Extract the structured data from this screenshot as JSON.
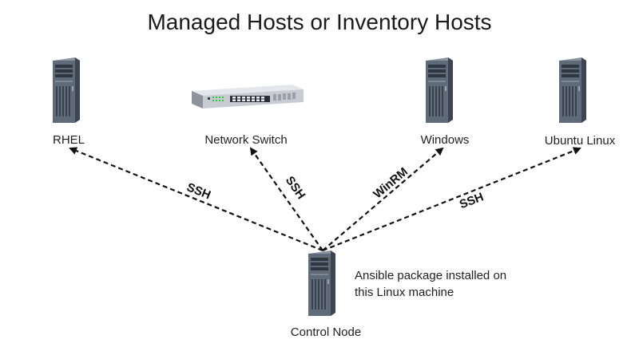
{
  "title": "Managed Hosts or Inventory Hosts",
  "nodes": {
    "rhel": {
      "label": "RHEL",
      "icon": "server-tower-icon"
    },
    "network_switch": {
      "label": "Network Switch",
      "icon": "network-switch-icon"
    },
    "windows": {
      "label": "Windows",
      "icon": "server-tower-icon"
    },
    "ubuntu": {
      "label": "Ubuntu Linux",
      "icon": "server-tower-icon"
    },
    "control_node": {
      "label": "Control Node",
      "icon": "server-tower-icon"
    }
  },
  "control_note": {
    "line1": "Ansible package installed on",
    "line2": "this Linux machine"
  },
  "connections": [
    {
      "from": "control_node",
      "to": "rhel",
      "protocol": "SSH"
    },
    {
      "from": "control_node",
      "to": "network_switch",
      "protocol": "SSH"
    },
    {
      "from": "control_node",
      "to": "windows",
      "protocol": "WinRM"
    },
    {
      "from": "control_node",
      "to": "ubuntu",
      "protocol": "SSH"
    }
  ],
  "colors": {
    "line": "#111111",
    "server_body": "#5f6b78",
    "server_dark": "#3d4650",
    "switch_body": "#c8ccd2",
    "switch_led": "#2ecc40"
  }
}
